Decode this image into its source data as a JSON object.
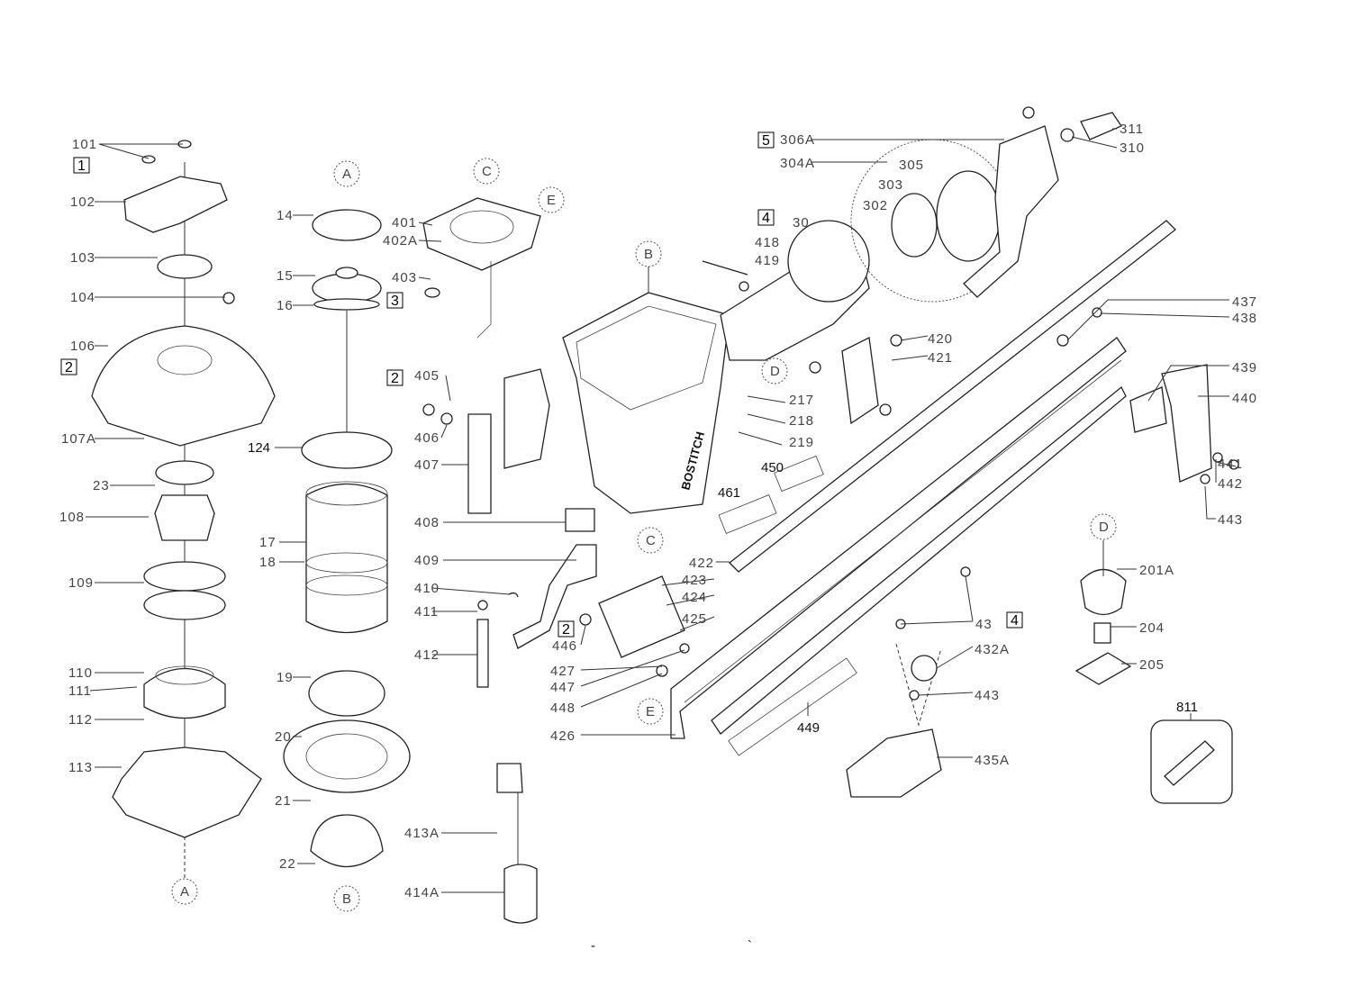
{
  "diagram": {
    "title_marks": [
      "-",
      "`"
    ]
  },
  "boxes": {
    "b1": "1",
    "b2a": "2",
    "b3": "3",
    "b2b": "2",
    "b4a": "4",
    "b5": "5",
    "b2c": "2",
    "b4b": "4"
  },
  "refs": {
    "A1": "A",
    "A2": "A",
    "B1": "B",
    "B2": "B",
    "C1": "C",
    "C2": "C",
    "D1": "D",
    "D2": "D",
    "E1": "E",
    "E2": "E"
  },
  "callouts": {
    "p101": "101",
    "p102": "102",
    "p103": "103",
    "p104": "104",
    "p106": "106",
    "p107A": "107A",
    "p23": "23",
    "p108": "108",
    "p109": "109",
    "p110": "110",
    "p111": "111",
    "p112": "112",
    "p113": "113",
    "p14": "14",
    "p15": "15",
    "p16": "16",
    "p124": "124",
    "p17": "17",
    "p18": "18",
    "p19": "19",
    "p20": "20",
    "p21": "21",
    "p22": "22",
    "p401": "401",
    "p402A": "402A",
    "p403": "403",
    "p405": "405",
    "p406": "406",
    "p407": "407",
    "p408": "408",
    "p409": "409",
    "p410": "410",
    "p411": "411",
    "p412": "412",
    "p413A": "413A",
    "p414A": "414A",
    "p418": "418",
    "p419": "419",
    "p30": "30",
    "p306A": "306A",
    "p304A": "304A",
    "p305": "305",
    "p303": "303",
    "p302": "302",
    "p311": "311",
    "p310": "310",
    "p217": "217",
    "p218": "218",
    "p219": "219",
    "p450": "450",
    "p461": "461",
    "p420": "420",
    "p421": "421",
    "p437": "437",
    "p438": "438",
    "p439": "439",
    "p440": "440",
    "p441": "441",
    "p442": "442",
    "p443a": "443",
    "p201A": "201A",
    "p204": "204",
    "p205": "205",
    "p811": "811",
    "p422": "422",
    "p423": "423",
    "p424": "424",
    "p425": "425",
    "p446": "446",
    "p427": "427",
    "p447": "447",
    "p448": "448",
    "p426": "426",
    "p449": "449",
    "p43": "43",
    "p432A": "432A",
    "p443b": "443",
    "p435A": "435A"
  },
  "branding": {
    "housing_logo": "BOSTITCH"
  }
}
